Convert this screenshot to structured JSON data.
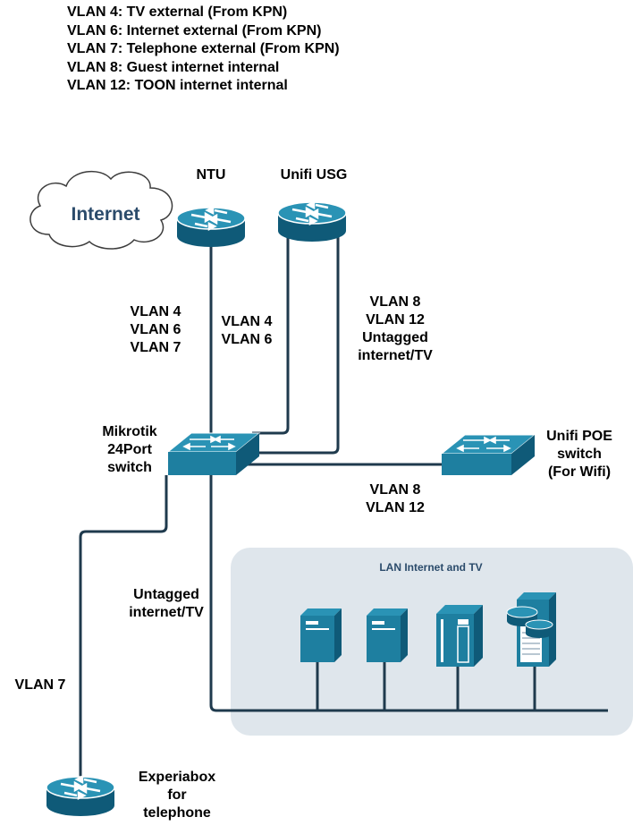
{
  "legend": [
    "VLAN 4: TV external (From KPN)",
    "VLAN 6: Internet external (From KPN)",
    "VLAN 7: Telephone external (From KPN)",
    "VLAN 8: Guest internet internal",
    "VLAN 12: TOON internet internal"
  ],
  "nodes": {
    "internet": "Internet",
    "ntu": "NTU",
    "usg": "Unifi USG",
    "mikrotik": [
      "Mikrotik",
      "24Port",
      "switch"
    ],
    "poe": [
      "Unifi POE",
      "switch",
      "(For Wifi)"
    ],
    "experiabox": [
      "Experiabox",
      "for",
      "telephone"
    ],
    "lan_group": "LAN Internet and TV"
  },
  "links": {
    "ntu_left": [
      "VLAN 4",
      "VLAN 6",
      "VLAN 7"
    ],
    "ntu_right": [
      "VLAN 4",
      "VLAN 6"
    ],
    "usg": [
      "VLAN 8",
      "VLAN 12",
      "Untagged",
      "internet/TV"
    ],
    "poe": [
      "VLAN 8",
      "VLAN 12"
    ],
    "lan": [
      "Untagged",
      "internet/TV"
    ],
    "experiabox": "VLAN 7"
  },
  "colors": {
    "device": "#1e7fa0",
    "device_dark": "#0f5a78",
    "line": "#1f3a4d",
    "group_fill": "#dfe6ec",
    "cloud_text": "#2b4b6b"
  }
}
